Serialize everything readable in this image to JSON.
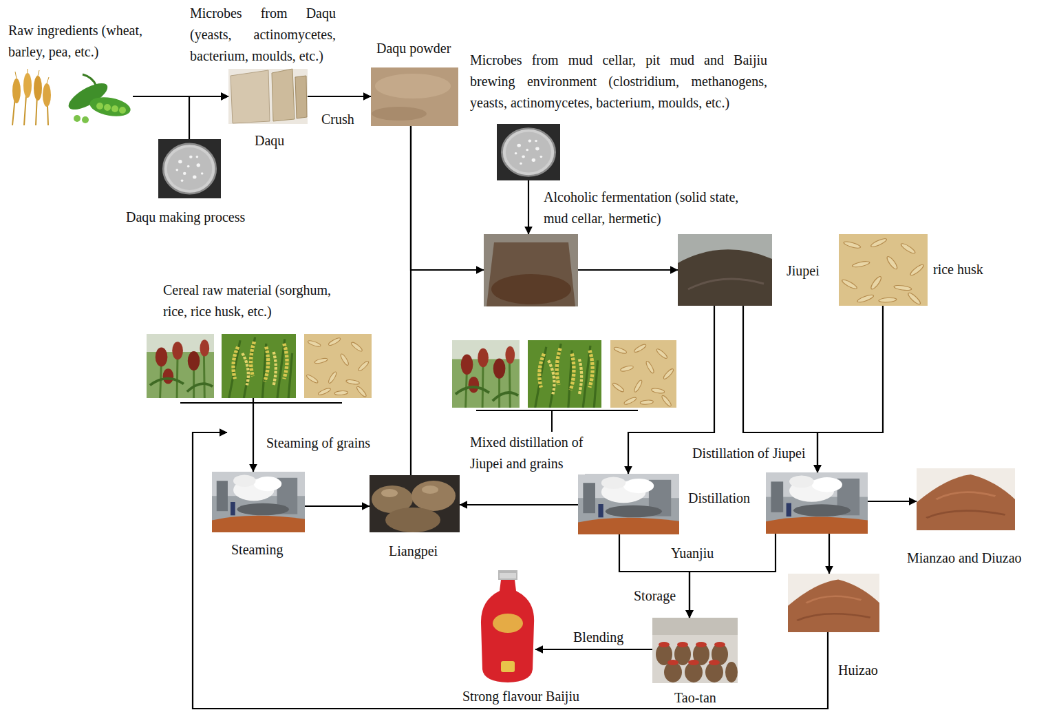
{
  "diagram": {
    "nodes": [
      {
        "text": [
          "Raw ingredients (wheat, barley, pea, etc.)"
        ]
      },
      {
        "text": [
          "Daqu making process"
        ]
      },
      {
        "text": [
          "Microbes from Daqu (yeasts, actinomycetes, bacterium, moulds, etc.)",
          "Daqu"
        ]
      },
      {
        "text": [
          "Daqu powder"
        ]
      },
      {
        "text": [
          "Microbes from mud cellar, pit mud and Baijiu brewing environment (clostridium, methanogens, yeasts, actinomycetes, bacterium, moulds, etc.)"
        ]
      },
      {
        "text": [
          "Alcoholic fermentation (solid state, mud cellar, hermetic)"
        ]
      },
      {
        "text": [
          "Jiupei"
        ]
      },
      {
        "text": [
          "rice husk"
        ]
      },
      {
        "text": [
          "Cereal raw material (sorghum, rice, rice husk, etc.)"
        ]
      },
      {
        "text": [
          "Steaming"
        ]
      },
      {
        "text": [
          "Liangpei"
        ]
      },
      {
        "text": [
          "Distillation"
        ]
      },
      {
        "text": [
          "Distillation of Jiupei"
        ]
      },
      {
        "text": [
          "Mianzao and Diuzao"
        ]
      },
      {
        "text": [
          "Huizao"
        ]
      },
      {
        "text": [
          "Tao-tan"
        ]
      },
      {
        "text": [
          "Strong flavour Baijiu"
        ]
      }
    ],
    "edges": [
      {
        "from": 0,
        "to": 2,
        "arrow": "to"
      },
      {
        "from": 1,
        "to": 2,
        "arrow": "to"
      },
      {
        "from": 2,
        "to": 3,
        "label": "Crush",
        "arrow": "to"
      },
      {
        "from": 3,
        "to": 5,
        "arrow": "to"
      },
      {
        "from": 3,
        "to": 10,
        "arrow": "none"
      },
      {
        "from": 4,
        "to": 5,
        "arrow": "to"
      },
      {
        "from": 5,
        "to": 6,
        "arrow": "to"
      },
      {
        "from": 6,
        "to": 11,
        "label": "Mixed distillation of Jiupei and grains",
        "arrow": "to"
      },
      {
        "from": 6,
        "to": 12,
        "arrow": "to"
      },
      {
        "from": 7,
        "to": 12,
        "arrow": "to"
      },
      {
        "from": 11,
        "to": 10,
        "arrow": "to"
      },
      {
        "from": 9,
        "to": 10,
        "arrow": "to"
      },
      {
        "from": 8,
        "to": 9,
        "label": "Steaming of grains",
        "arrow": "to"
      },
      {
        "from": 12,
        "to": 13,
        "arrow": "to"
      },
      {
        "from": 12,
        "to": 14,
        "arrow": "to"
      },
      {
        "from": 11,
        "to": 15,
        "label": "Storage",
        "arrow": "to"
      },
      {
        "from": 12,
        "to": 15,
        "arrow": "to"
      },
      {
        "from": 15,
        "to": 16,
        "label": "Blending",
        "arrow": "to"
      },
      {
        "from": 14,
        "to": 9,
        "arrow": "to"
      }
    ],
    "labels": [
      "Yuanjiu"
    ]
  }
}
